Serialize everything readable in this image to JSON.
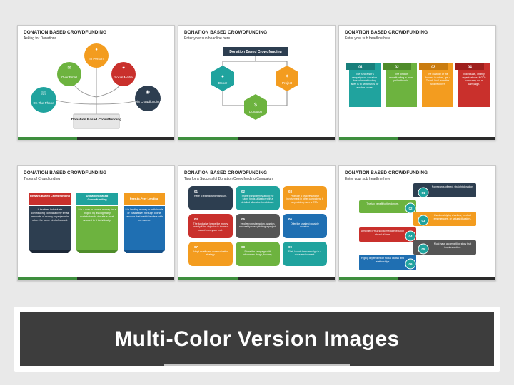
{
  "banner": {
    "title": "Multi-Color Version Images"
  },
  "slides": [
    {
      "title": "DONATION BASED CROWDFUNDING",
      "subtitle": "Asking for Donations",
      "nodes": [
        "In Person",
        "Over Email",
        "Social Media",
        "On The Phone",
        "Via Crowdfunding"
      ],
      "base_label": "Donation Based Crowdfunding"
    },
    {
      "title": "DONATION BASED CROWDFUNDING",
      "subtitle": "Enter your sub headline here",
      "header_box": "Donation Based Crowdfunding",
      "hexes": [
        "Donor",
        "Project",
        "Donation"
      ]
    },
    {
      "title": "DONATION BASED CROWDFUNDING",
      "subtitle": "Enter your sub headline here",
      "steps": [
        {
          "num": "01",
          "text": "The fundraiser's campaign on donation-based crowdfunding sites is to seek funds for a noble cause."
        },
        {
          "num": "02",
          "text": "The kind of crowdfunding is more philanthropic."
        },
        {
          "num": "03",
          "text": "The custody of the donors, in return, get a Thank You! from the fund receiver."
        },
        {
          "num": "04",
          "text": "Individuals, charity organizations, NGOs can carry out a campaign."
        }
      ]
    },
    {
      "title": "DONATION BASED CROWDFUNDING",
      "subtitle": "Types of Crowdfunding",
      "columns": [
        {
          "head": "Reward-Based Crowdfunding",
          "text": "It involves individuals contributing comparatively small amounts of money to projects in return for some kind of reward."
        },
        {
          "head": "Donation-Based Crowdfunding",
          "text": "It is a way to source money for a project by asking many contributors to donate a small amount to it individually."
        },
        {
          "head": "Peer-to-Peer Lending",
          "text": "It is lending money to individuals or businesses through online services that match lenders with borrowers."
        }
      ]
    },
    {
      "title": "DONATION BASED CROWDFUNDING",
      "subtitle": "Tips for a Successful Donation Crowdfunding Campaign",
      "tips": [
        {
          "num": "01",
          "text": "Have a realistic target amount."
        },
        {
          "num": "02",
          "text": "Share transparency about the future funds utilization with a detailed allocation breakdown."
        },
        {
          "num": "03",
          "text": "Promote a loyal reward for involvement in other campaigns, if any, adding more a CTA."
        },
        {
          "num": "04",
          "text": "The fundraiser keeps the money entirely if the objective is terms of raised money are met."
        },
        {
          "num": "05",
          "text": "Involve robust emotion, passion, and reality when pitching a project."
        },
        {
          "num": "06",
          "text": "Offer the smallest possible donation."
        },
        {
          "num": "07",
          "text": "Adopt an efficient communication strategy."
        },
        {
          "num": "08",
          "text": "Share the campaign with influencers (blogs, forums)."
        },
        {
          "num": "09",
          "text": "First, launch the campaign in a close environment."
        }
      ]
    },
    {
      "title": "DONATION BASED CROWDFUNDING",
      "subtitle": "Enter your sub headline here",
      "points": [
        {
          "num": "01",
          "text": "No rewards offered, straight donation."
        },
        {
          "num": "02",
          "text": "The tax benefit to the donors."
        },
        {
          "num": "03",
          "text": "Used mainly by charities, medical emergencies, or natural disasters."
        },
        {
          "num": "04",
          "text": "Amplified PR & social media execution ahead of time."
        },
        {
          "num": "05",
          "text": "Must have a compelling story that inspires action."
        },
        {
          "num": "06",
          "text": "Highly dependent on social capital and relationships."
        }
      ]
    }
  ],
  "colors": {
    "green": "#6db33f",
    "orange": "#f39c1f",
    "red": "#c9302c",
    "navy": "#2d3e50",
    "teal": "#20a39e",
    "blue": "#1f6fb2",
    "gray": "#555555"
  }
}
